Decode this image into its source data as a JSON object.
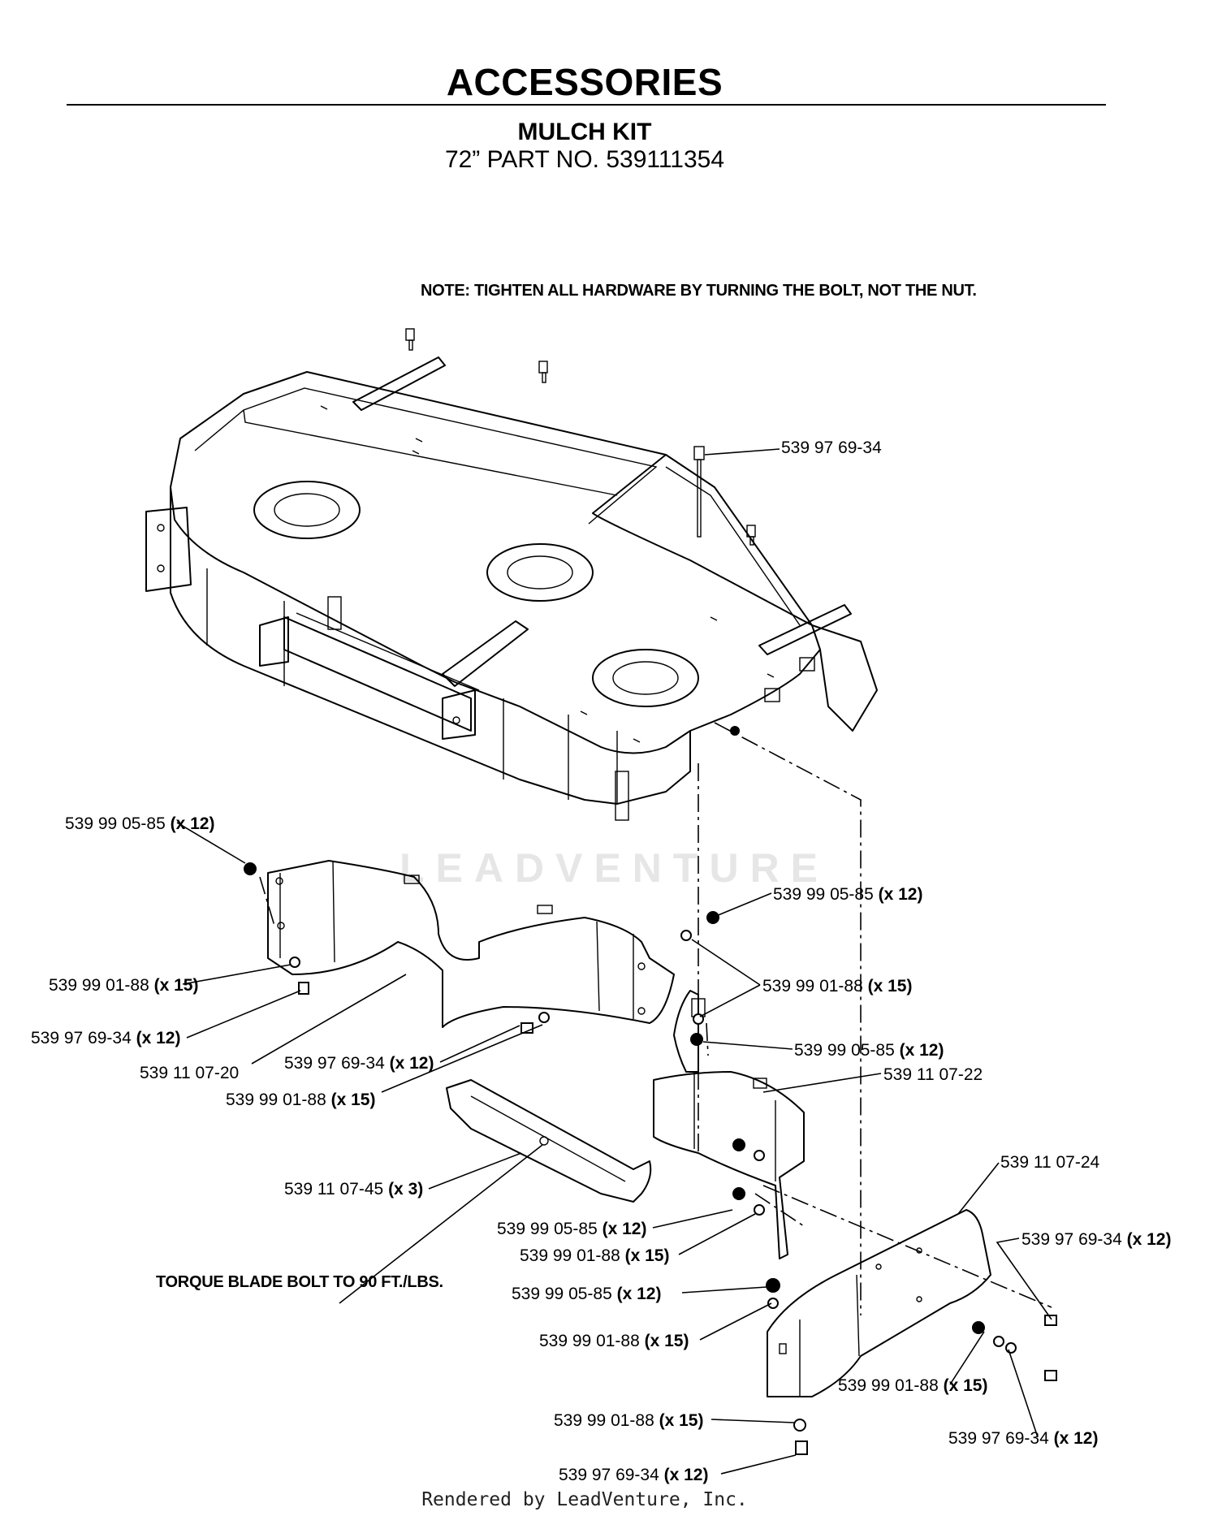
{
  "header": {
    "title": "ACCESSORIES",
    "subtitle": "MULCH KIT",
    "part_no": "72” PART NO. 539111354"
  },
  "note": "NOTE: TIGHTEN ALL HARDWARE BY TURNING THE BOLT, NOT THE NUT.",
  "torque_note": "TORQUE BLADE BOLT TO 90 FT./LBS.",
  "watermark": "LEADVENTURE",
  "footer": "Rendered by LeadVenture, Inc.",
  "callouts": [
    {
      "part": "539 97 69-34",
      "qty": ""
    },
    {
      "part": "539 99 05-85",
      "qty": "(x 12)"
    },
    {
      "part": "539 99 05-85",
      "qty": "(x 12)"
    },
    {
      "part": "539 99 01-88",
      "qty": "(x 15)"
    },
    {
      "part": "539 99 01-88",
      "qty": "(x 15)"
    },
    {
      "part": "539 97 69-34",
      "qty": "(x 12)"
    },
    {
      "part": "539 99 05-85",
      "qty": "(x 12)"
    },
    {
      "part": "539 11 07-20",
      "qty": ""
    },
    {
      "part": "539 97 69-34",
      "qty": "(x 12)"
    },
    {
      "part": "539 11 07-22",
      "qty": ""
    },
    {
      "part": "539 99 01-88",
      "qty": "(x 15)"
    },
    {
      "part": "539 11 07-24",
      "qty": ""
    },
    {
      "part": "539 11 07-45",
      "qty": "(x 3)"
    },
    {
      "part": "539 97 69-34",
      "qty": "(x 12)"
    },
    {
      "part": "539 99 05-85",
      "qty": "(x 12)"
    },
    {
      "part": "539 99 01-88",
      "qty": "(x 15)"
    },
    {
      "part": "539 99 05-85",
      "qty": "(x 12)"
    },
    {
      "part": "539 99 01-88",
      "qty": "(x 15)"
    },
    {
      "part": "539 99 01-88",
      "qty": "(x 15)"
    },
    {
      "part": "539 99 01-88",
      "qty": "(x 15)"
    },
    {
      "part": "539 97 69-34",
      "qty": "(x 12)"
    },
    {
      "part": "539 97 69-34",
      "qty": "(x 12)"
    }
  ]
}
